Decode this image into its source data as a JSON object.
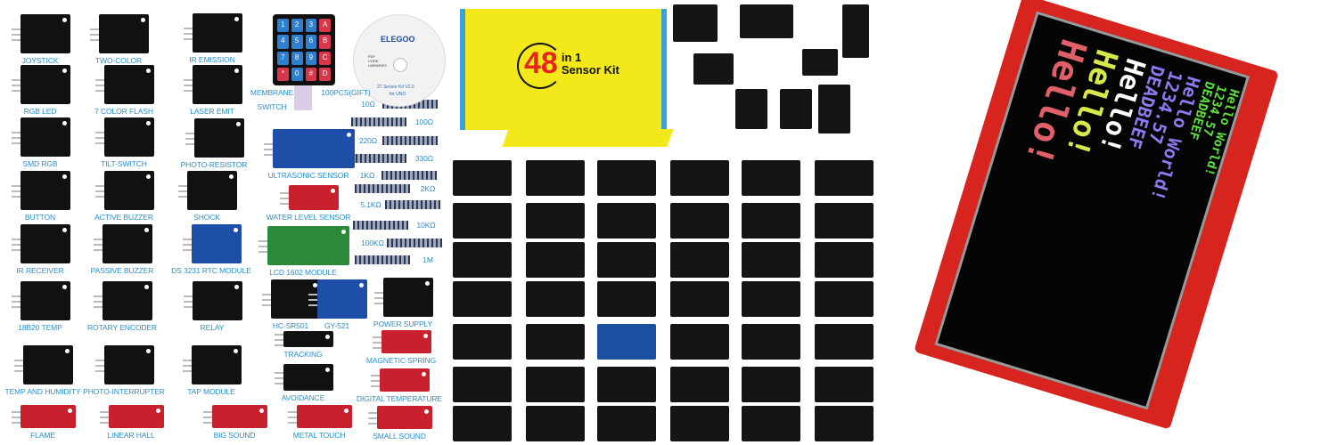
{
  "kit_labels": [
    "JOYSTICK",
    "TWO-COLOR",
    "IR EMISSION",
    "MEMBRANE",
    "SWITCH",
    "100PCS(GIFT)",
    "RGB LED",
    "7 COLOR FLASH",
    "LASER EMIT",
    "SMD RGB",
    "TILT-SWITCH",
    "PHOTO-RESISTOR",
    "ULTRASONIC SENSOR",
    "BUTTON",
    "ACTIVE BUZZER",
    "SHOCK",
    "WATER LEVEL SENSOR",
    "IR RECEIVER",
    "PASSIVE BUZZER",
    "DS 3231 RTC MODULE",
    "LCD 1602 MODULE",
    "18B20 TEMP",
    "ROTARY ENCODER",
    "RELAY",
    "HC-SR501",
    "GY-521",
    "POWER SUPPLY",
    "TRACKING",
    "MAGNETIC SPRING",
    "TEMP AND HUMIDITY",
    "PHOTO-INTERRUPTER",
    "TAP MODULE",
    "AVOIDANCE",
    "DIGITAL TEMPERATURE",
    "FLAME",
    "LINEAR HALL",
    "BIG SOUND",
    "METAL TOUCH",
    "SMALL SOUND"
  ],
  "resistor_labels": [
    "10Ω",
    "100Ω",
    "220Ω",
    "330Ω",
    "1KΩ",
    "2KΩ",
    "5.1KΩ",
    "10KΩ",
    "100KΩ",
    "1M"
  ],
  "cd": {
    "brand": "ELEGOO",
    "line1": "PDF",
    "line2": "CODE",
    "line3": "LIBRARIES",
    "title": "37 Sensor Kit V2.0",
    "subtitle": "for UNO"
  },
  "keypad": [
    "1",
    "2",
    "3",
    "A",
    "4",
    "5",
    "6",
    "B",
    "7",
    "8",
    "9",
    "C",
    "*",
    "0",
    "#",
    "D"
  ],
  "box": {
    "number": "48",
    "line1": "in 1",
    "line2": "Sensor Kit"
  },
  "tft": {
    "lines": [
      {
        "text": "Hello World!",
        "color": "#e0404a"
      },
      {
        "text": "1234.57",
        "color": "#e0404a"
      },
      {
        "text": "DEADBEEF",
        "color": "#e0404a"
      },
      {
        "text": "Hello World!",
        "color": "#5ee03a"
      },
      {
        "text": "1234.57",
        "color": "#5ee03a"
      },
      {
        "text": "DEADBEEF",
        "color": "#5ee03a"
      },
      {
        "text": "Hello World!",
        "color": "#8a7cf0"
      },
      {
        "text": "1234.57",
        "color": "#8a7cf0"
      },
      {
        "text": "DEADBEEF",
        "color": "#8a7cf0"
      },
      {
        "text": "Hello!",
        "color": "#ffffff"
      },
      {
        "text": "Hello!",
        "color": "#d6e84a"
      },
      {
        "text": "Hello!",
        "color": "#e0606a"
      }
    ]
  }
}
